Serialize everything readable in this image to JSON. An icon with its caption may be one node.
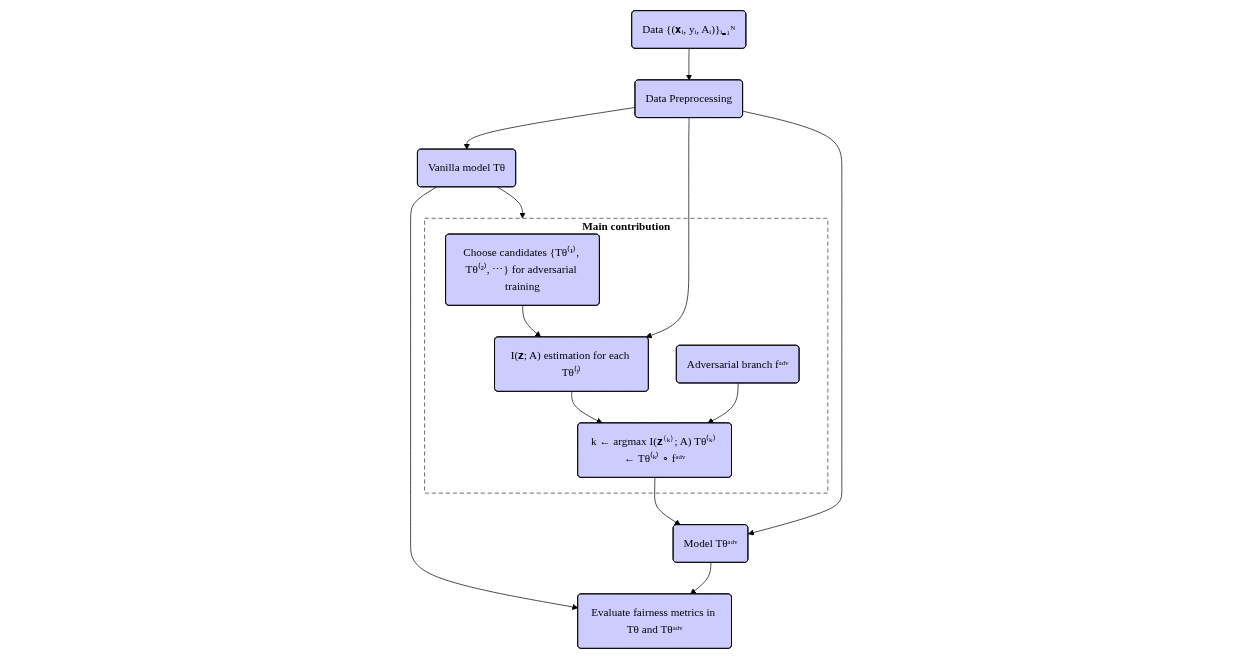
{
  "diagram": {
    "nodes": [
      {
        "text": [
          "Data {(𝐱ᵢ, yᵢ, Aᵢ)}ᵢ₌₁ᴺ"
        ]
      },
      {
        "text": [
          "Data Preprocessing"
        ]
      },
      {
        "text": [
          "Vanilla model Tθ"
        ]
      },
      {
        "text": [
          "Main contribution"
        ]
      },
      {
        "text": [
          "Choose candidates {Tθ⁽¹⁾, Tθ⁽²⁾, ⋯} for adversarial training"
        ],
        "in": 3
      },
      {
        "text": [
          "I(𝐳; A) estimation for each Tθ⁽ʲ⁾"
        ],
        "in": 3
      },
      {
        "text": [
          "k ← argmax I(𝐳⁽ᵏ⁾; A) Tθ⁽ᵏ⁾ ← Tθ⁽ᵏ⁾ ∘ fᵃᵈᵛ"
        ],
        "in": 3
      },
      {
        "text": [
          "Adversarial branch fᵃᵈᵛ"
        ],
        "in": 3
      },
      {
        "text": [
          "Model Tθᵃᵈᵛ"
        ]
      },
      {
        "text": [
          "Evaluate fairness metrics in Tθ and Tθᵃᵈᵛ"
        ]
      }
    ],
    "edges": [
      {
        "from": 0,
        "to": 1,
        "arrow": "to"
      },
      {
        "from": 1,
        "to": 2,
        "arrow": "to"
      },
      {
        "from": 1,
        "to": 5,
        "arrow": "to"
      },
      {
        "from": 1,
        "to": 8,
        "arrow": "to"
      },
      {
        "from": 2,
        "to": 3,
        "arrow": "to"
      },
      {
        "from": 4,
        "to": 5,
        "arrow": "to"
      },
      {
        "from": 5,
        "to": 6,
        "arrow": "to"
      },
      {
        "from": 6,
        "to": 8,
        "arrow": "to"
      },
      {
        "from": 7,
        "to": 6,
        "arrow": "to"
      },
      {
        "from": 2,
        "to": 9,
        "arrow": "to"
      },
      {
        "from": 8,
        "to": 9,
        "arrow": "to"
      }
    ]
  }
}
